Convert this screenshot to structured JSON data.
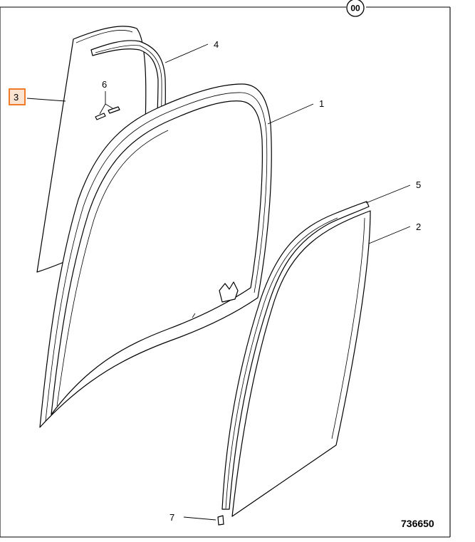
{
  "sheet_marker": "00",
  "drawing_number": "736650",
  "highlight_color": "#f07b2c",
  "callouts": [
    {
      "id": "1",
      "label": "1"
    },
    {
      "id": "2",
      "label": "2"
    },
    {
      "id": "3",
      "label": "3",
      "highlighted": true
    },
    {
      "id": "4",
      "label": "4"
    },
    {
      "id": "5",
      "label": "5"
    },
    {
      "id": "6",
      "label": "6"
    },
    {
      "id": "7",
      "label": "7"
    }
  ]
}
